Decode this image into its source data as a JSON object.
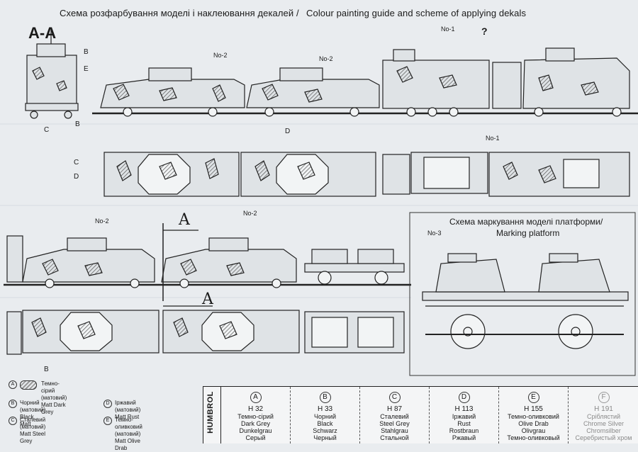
{
  "header": {
    "title_ua": "Схема розфарбування моделі і наклеювання декалей /",
    "title_en": "Colour painting guide and scheme of applying dekals"
  },
  "section_label": "A-A",
  "section_marks": {
    "top": "A",
    "bottom": "A"
  },
  "marking_platform": {
    "title_ua": "Схема маркування моделі платформи/",
    "title_en": "Marking platform"
  },
  "decal_notes": {
    "no1": "No-1",
    "no2": "No-2",
    "no3": "No-3",
    "q": "?"
  },
  "callouts": [
    "A",
    "B",
    "C",
    "D",
    "E"
  ],
  "legend": [
    {
      "letter": "A",
      "ua": "Темно-сірий (матовий)",
      "en": "Matt Dark Grey"
    },
    {
      "letter": "B",
      "ua": "Чорний (матовий)",
      "en": "Black Matt"
    },
    {
      "letter": "C",
      "ua": "Сталевий (матовий)",
      "en": "Matt Steel Grey"
    },
    {
      "letter": "D",
      "ua": "Іржавий (матовий)",
      "en": "Matt Rust"
    },
    {
      "letter": "E",
      "ua": "Темно-оливковий (матовий)",
      "en": "Matt Olive Drab"
    }
  ],
  "humbrol": {
    "label": "HUMBROL",
    "columns": [
      {
        "letter": "A",
        "code": "H 32",
        "lines": [
          "Темно-сірий",
          "Dark Grey",
          "Dunkelgrau",
          "Серый"
        ]
      },
      {
        "letter": "B",
        "code": "H 33",
        "lines": [
          "Чорний",
          "Black",
          "Schwarz",
          "Черный"
        ]
      },
      {
        "letter": "C",
        "code": "H 87",
        "lines": [
          "Сталевий",
          "Steel Grey",
          "Stahlgrau",
          "Стальной"
        ]
      },
      {
        "letter": "D",
        "code": "H 113",
        "lines": [
          "Іржавий",
          "Rust",
          "Rostbraun",
          "Ржавый"
        ]
      },
      {
        "letter": "E",
        "code": "H 155",
        "lines": [
          "Темно-оливковий",
          "Olive Drab",
          "Olivgrau",
          "Темно-оливковый"
        ]
      },
      {
        "letter": "F",
        "code": "H 191",
        "lines": [
          "Сріблястий",
          "Chrome Silver",
          "Chromsilber",
          "Серебристый хром"
        ]
      }
    ]
  }
}
